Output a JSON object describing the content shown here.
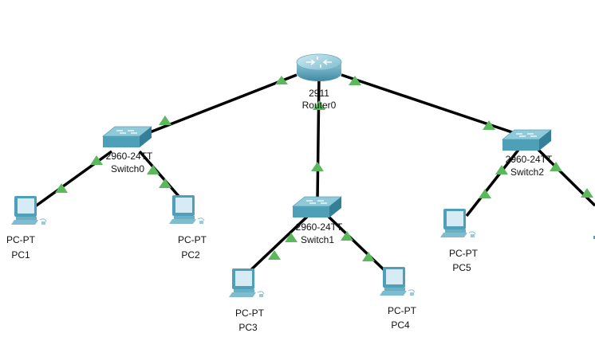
{
  "topology": {
    "devices": [
      {
        "id": "router0",
        "kind": "router",
        "model": "2911",
        "name": "Router0"
      },
      {
        "id": "switch0",
        "kind": "switch",
        "model": "2960-24TT",
        "name": "Switch0"
      },
      {
        "id": "switch1",
        "kind": "switch",
        "model": "2960-24TT",
        "name": "Switch1"
      },
      {
        "id": "switch2",
        "kind": "switch",
        "model": "2960-24TT",
        "name": "Switch2"
      },
      {
        "id": "pc1",
        "kind": "pc",
        "model": "PC-PT",
        "name": "PC1"
      },
      {
        "id": "pc2",
        "kind": "pc",
        "model": "PC-PT",
        "name": "PC2"
      },
      {
        "id": "pc3",
        "kind": "pc",
        "model": "PC-PT",
        "name": "PC3"
      },
      {
        "id": "pc4",
        "kind": "pc",
        "model": "PC-PT",
        "name": "PC4"
      },
      {
        "id": "pc5",
        "kind": "pc",
        "model": "PC-PT",
        "name": "PC5"
      }
    ],
    "links": [
      {
        "from": "router0",
        "to": "switch0",
        "status": "up"
      },
      {
        "from": "router0",
        "to": "switch1",
        "status": "up"
      },
      {
        "from": "router0",
        "to": "switch2",
        "status": "up"
      },
      {
        "from": "switch0",
        "to": "pc1",
        "status": "up"
      },
      {
        "from": "switch0",
        "to": "pc2",
        "status": "up"
      },
      {
        "from": "switch1",
        "to": "pc3",
        "status": "up"
      },
      {
        "from": "switch1",
        "to": "pc4",
        "status": "up"
      },
      {
        "from": "switch2",
        "to": "pc5",
        "status": "up"
      },
      {
        "from": "switch2",
        "to": "offscreen-device",
        "status": "up"
      }
    ]
  },
  "colors": {
    "link": "#000000",
    "link_up_indicator": "#5cb85c",
    "device_body": "#4a9ab4",
    "device_top": "#7fc3d6"
  }
}
